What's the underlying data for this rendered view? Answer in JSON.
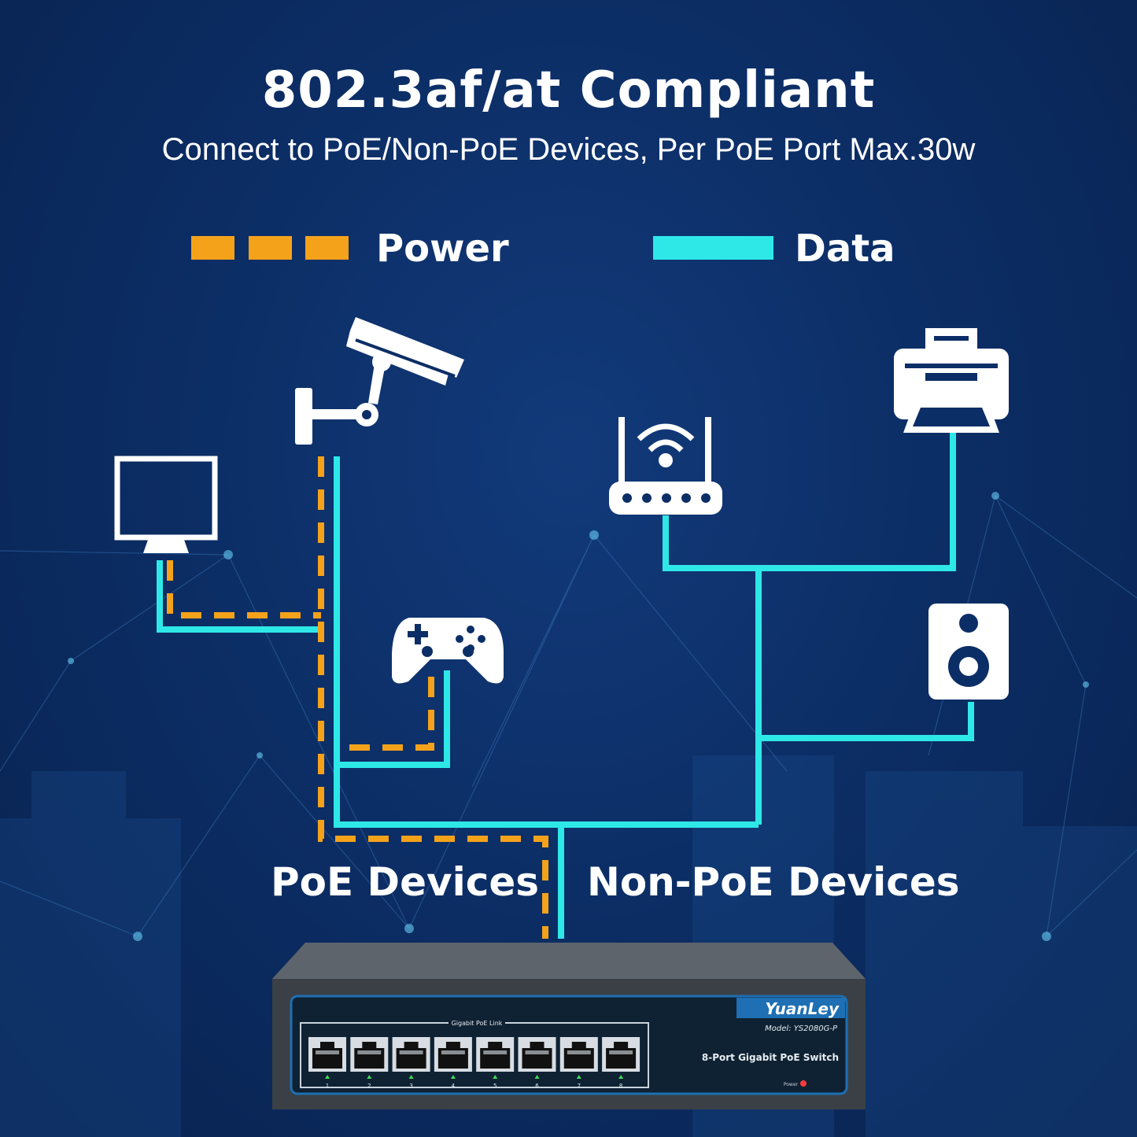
{
  "header": {
    "title": "802.3af/at Compliant",
    "subtitle": "Connect to PoE/Non-PoE Devices, Per PoE Port Max.30w"
  },
  "legend": {
    "power_label": "Power",
    "data_label": "Data",
    "power_color": "#f5a21b",
    "data_color": "#2ee8e8"
  },
  "groups": {
    "poe_label": "PoE Devices",
    "non_poe_label": "Non-PoE Devices"
  },
  "devices": {
    "poe": [
      "monitor-icon",
      "security-camera-icon",
      "gamepad-icon"
    ],
    "non_poe": [
      "router-icon",
      "printer-icon",
      "speaker-icon"
    ]
  },
  "switch": {
    "brand": "YuanLey",
    "model": "Model: YS2080G-P",
    "description": "8-Port Gigabit PoE Switch",
    "port_header": "Gigabit PoE Link",
    "port_numbers": [
      "1",
      "2",
      "3",
      "4",
      "5",
      "6",
      "7",
      "8"
    ],
    "power_indicator": "Power"
  }
}
